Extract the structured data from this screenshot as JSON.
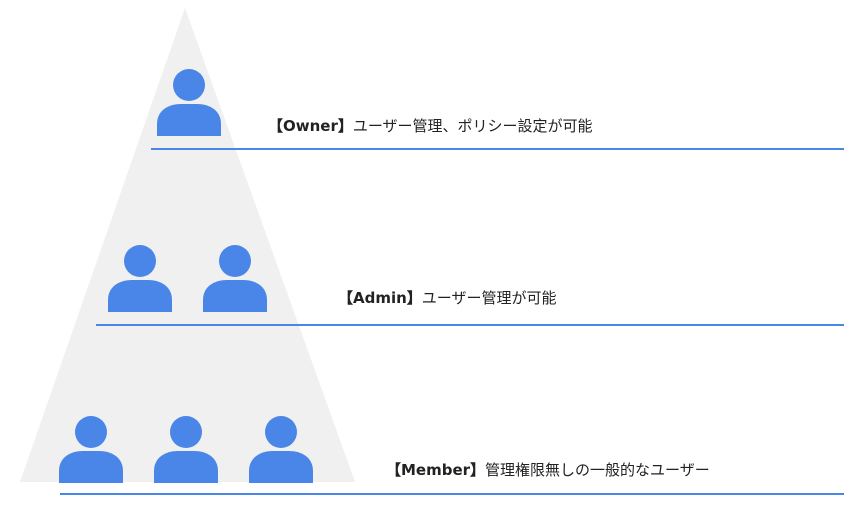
{
  "colors": {
    "pyramid": "#f0f0f0",
    "person": "#4a86e8",
    "line": "#4a86e8",
    "text": "#222222"
  },
  "tiers": [
    {
      "role": "【Owner】",
      "description": "ユーザー管理、ポリシー設定が可能",
      "people": 1,
      "icon": "person-icon"
    },
    {
      "role": "【Admin】",
      "description": "ユーザー管理が可能",
      "people": 2,
      "icon": "person-icon"
    },
    {
      "role": "【Member】",
      "description": "管理権限無しの一般的なユーザー",
      "people": 3,
      "icon": "person-icon"
    }
  ]
}
